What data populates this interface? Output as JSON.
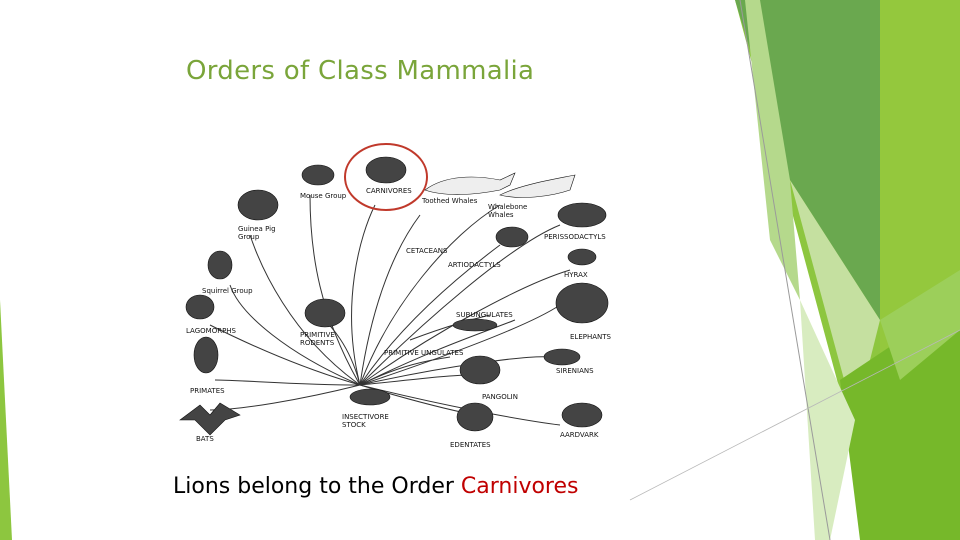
{
  "slide": {
    "title": "Orders of Class Mammalia",
    "caption_prefix": "Lions belong to the Order ",
    "caption_highlight": "Carnivores",
    "highlight_color": "#c00000",
    "theme_color": "#8dc63f"
  },
  "diagram": {
    "labels": {
      "mouse_group": "Mouse Group",
      "carnivores": "CARNIVORES",
      "toothed_whales": "Toothed Whales",
      "whalebone_whales": "Whalebone Whales",
      "guinea_pig_group": "Guinea Pig Group",
      "perissodactyls": "PERISSODACTYLS",
      "cetaceans": "CETACEANS",
      "artiodactyls": "ARTIODACTYLS",
      "hyrax": "HYRAX",
      "squirrel_group": "Squirrel Group",
      "lagomorphs": "LAGOMORPHS",
      "subungulates": "SUBUNGULATES",
      "elephants": "ELEPHANTS",
      "primitive_rodents": "PRIMITIVE RODENTS",
      "primitive_ungulates": "PRIMITIVE UNGULATES",
      "sirenians": "SIRENIANS",
      "primates": "PRIMATES",
      "pangolin": "PANGOLIN",
      "bats": "BATS",
      "insectivore_stock": "INSECTIVORE STOCK",
      "edentates": "EDENTATES",
      "aardvark": "AARDVARK"
    }
  }
}
